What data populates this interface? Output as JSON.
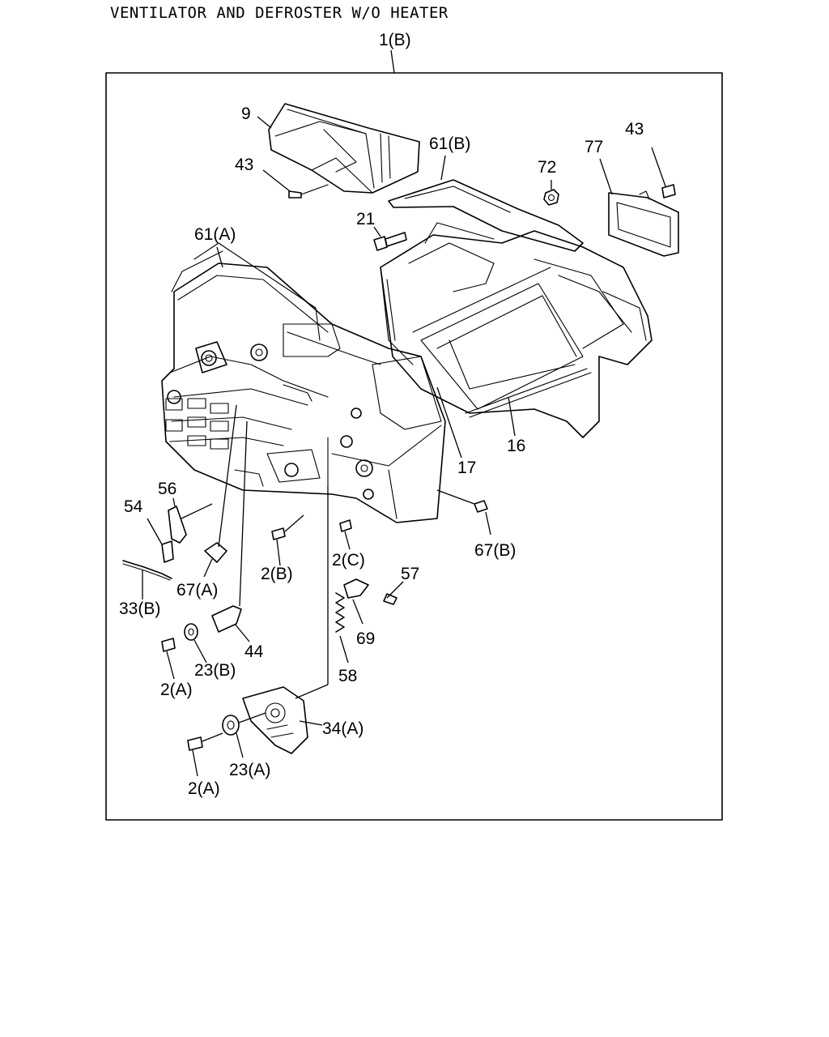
{
  "title": "VENTILATOR AND DEFROSTER W/O HEATER",
  "callouts": {
    "assembly": "1(B)",
    "c9": "9",
    "c43_left": "43",
    "c43_right": "43",
    "c61a": "61(A)",
    "c61b": "61(B)",
    "c72": "72",
    "c77": "77",
    "c21": "21",
    "c17": "17",
    "c16": "16",
    "c67b": "67(B)",
    "c56": "56",
    "c54": "54",
    "c67a": "67(A)",
    "c33b": "33(B)",
    "c2b": "2(B)",
    "c2c": "2(C)",
    "c57": "57",
    "c69": "69",
    "c44": "44",
    "c23b": "23(B)",
    "c2a_upper": "2(A)",
    "c58": "58",
    "c34a": "34(A)",
    "c23a": "23(A)",
    "c2a_lower": "2(A)"
  }
}
